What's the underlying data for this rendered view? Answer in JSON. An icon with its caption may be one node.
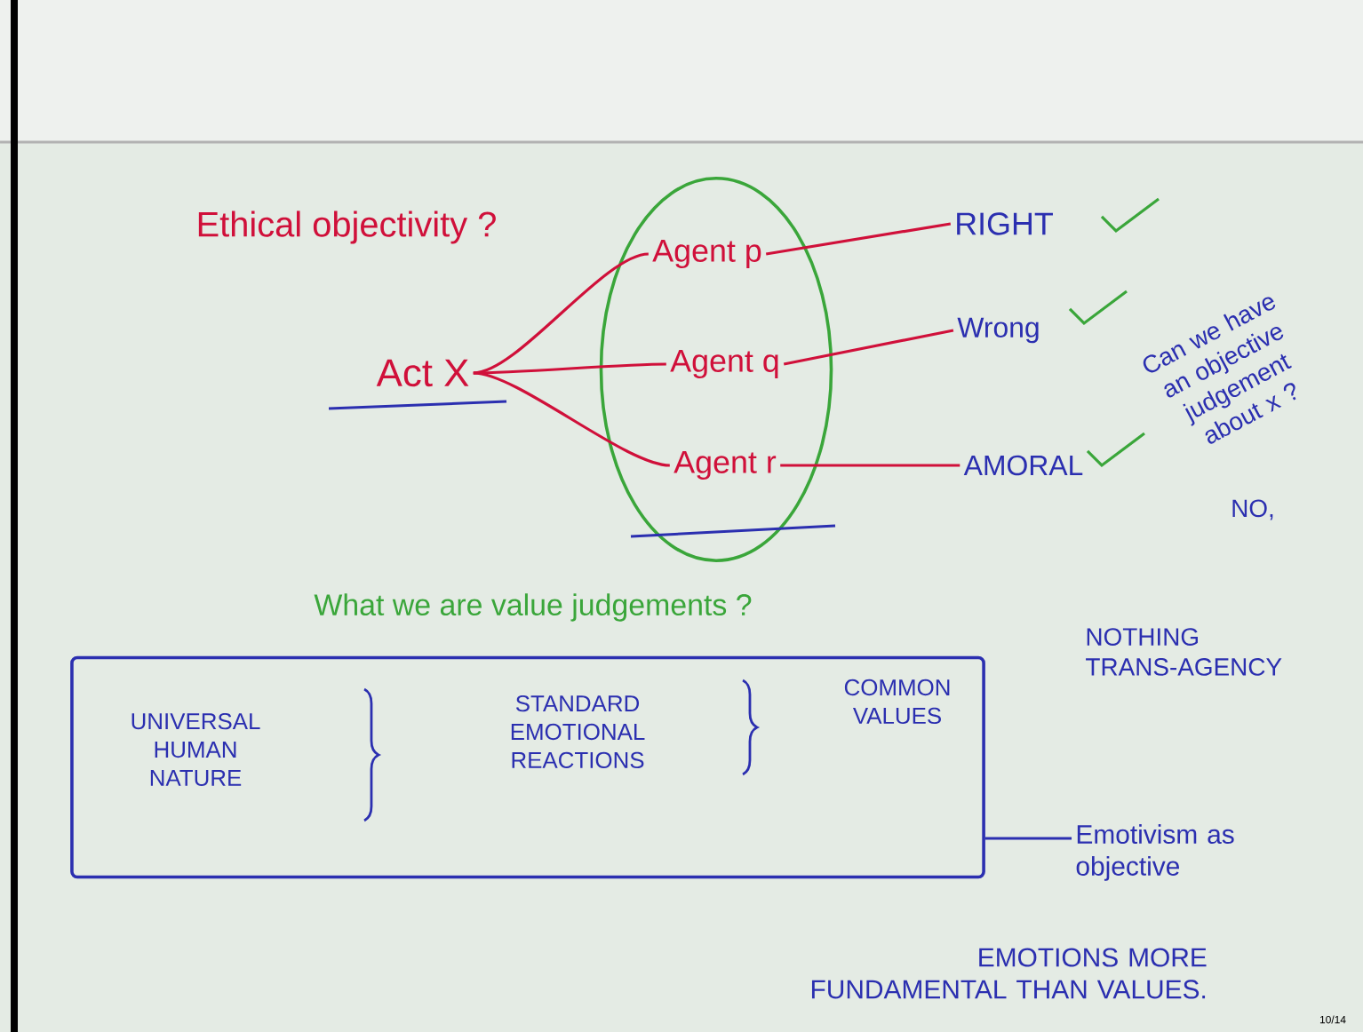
{
  "diagram": {
    "nodes": [
      {
        "text": [
          "Act X"
        ]
      },
      {
        "text": [],
        "shape": "ellipse"
      },
      {
        "text": [
          "Agent p"
        ],
        "in": 1
      },
      {
        "text": [
          "Agent q"
        ],
        "in": 1
      },
      {
        "text": [
          "Agent r"
        ],
        "in": 1
      },
      {
        "text": [
          "RIGHT"
        ]
      },
      {
        "text": [
          "Wrong"
        ]
      },
      {
        "text": [
          "AMORAL"
        ]
      },
      {
        "text": [],
        "shape": "box"
      },
      {
        "text": [
          "UNIVERSAL HUMAN NATURE"
        ],
        "in": 8
      },
      {
        "text": [
          "STANDARD EMOTIONAL REACTIONS"
        ],
        "in": 8
      },
      {
        "text": [
          "COMMON VALUES"
        ],
        "in": 8
      },
      {
        "text": [
          "Emotivism as objective"
        ]
      }
    ],
    "edges": [
      {
        "from": 0,
        "to": 2,
        "arrow": "none"
      },
      {
        "from": 0,
        "to": 3,
        "arrow": "none"
      },
      {
        "from": 0,
        "to": 4,
        "arrow": "none"
      },
      {
        "from": 2,
        "to": 5,
        "arrow": "none"
      },
      {
        "from": 3,
        "to": 6,
        "arrow": "none"
      },
      {
        "from": 4,
        "to": 7,
        "arrow": "none"
      },
      {
        "from": 8,
        "to": 12,
        "arrow": "none",
        "color": "#2b2fb0"
      }
    ],
    "labels": [
      "Ethical objectivity ?",
      "Can we have an objective judgement about x ?",
      "NO,",
      "NOTHING TRANS-AGENCY",
      "What we are value judgements ?",
      "EMOTIONS MORE FUNDAMENTAL THAN VALUES.",
      "10/14"
    ]
  }
}
